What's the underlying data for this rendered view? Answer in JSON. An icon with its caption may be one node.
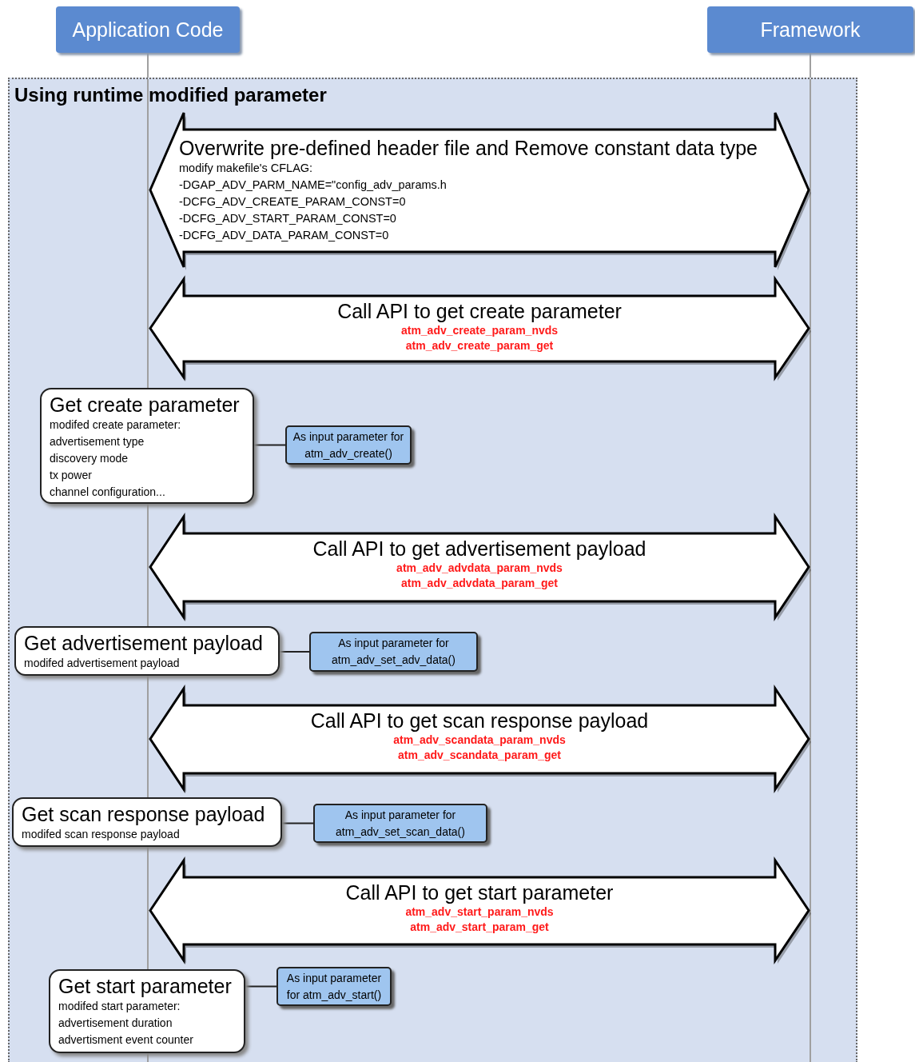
{
  "diagram": {
    "nodes": [
      {
        "text": [
          "Application Code"
        ]
      },
      {
        "text": [
          "Framework"
        ]
      },
      {
        "text": [
          "Using runtime modified parameter"
        ]
      },
      {
        "text": [
          "Overwrite pre-defined header file and Remove constant data type",
          "modify makefile's CFLAG:",
          "-DGAP_ADV_PARM_NAME=\"config_adv_params.h",
          "-DCFG_ADV_CREATE_PARAM_CONST=0",
          "-DCFG_ADV_START_PARAM_CONST=0",
          "-DCFG_ADV_DATA_PARAM_CONST=0"
        ],
        "in": 2
      },
      {
        "text": [
          "Call API to get create parameter",
          "atm_adv_create_param_nvds",
          "atm_adv_create_param_get"
        ],
        "in": 2
      },
      {
        "text": [
          "Get create parameter",
          "modifed create parameter:",
          "advertisement type",
          "discovery mode",
          "tx power",
          "channel configuration..."
        ],
        "in": 2
      },
      {
        "text": [
          "As input parameter for atm_adv_create()"
        ],
        "in": 2
      },
      {
        "text": [
          "Call API to get advertisement payload",
          "atm_adv_advdata_param_nvds",
          "atm_adv_advdata_param_get"
        ],
        "in": 2
      },
      {
        "text": [
          "Get advertisement payload",
          "modifed advertisement payload"
        ],
        "in": 2
      },
      {
        "text": [
          "As input parameter for atm_adv_set_adv_data()"
        ],
        "in": 2
      },
      {
        "text": [
          "Call API to get scan response payload",
          "atm_adv_scandata_param_nvds",
          "atm_adv_scandata_param_get"
        ],
        "in": 2
      },
      {
        "text": [
          "Get scan response payload",
          "modifed scan response payload"
        ],
        "in": 2
      },
      {
        "text": [
          "As input parameter for atm_adv_set_scan_data()"
        ],
        "in": 2
      },
      {
        "text": [
          "Call API to get start parameter",
          "atm_adv_start_param_nvds",
          "atm_adv_start_param_get"
        ],
        "in": 2
      },
      {
        "text": [
          "Get start parameter",
          "modifed start parameter:",
          "advertisement duration",
          "advertisment event counter"
        ],
        "in": 2
      },
      {
        "text": [
          "As input parameter for atm_adv_start()"
        ],
        "in": 2
      }
    ],
    "edges": [
      {
        "from": 0,
        "to": 2,
        "arrow": "none",
        "color": "#a0a0a0"
      },
      {
        "from": 1,
        "to": 2,
        "arrow": "none",
        "color": "#a0a0a0"
      },
      {
        "from": 5,
        "to": 6,
        "arrow": "none"
      },
      {
        "from": 8,
        "to": 9,
        "arrow": "none"
      },
      {
        "from": 11,
        "to": 12,
        "arrow": "none"
      },
      {
        "from": 14,
        "to": 15,
        "arrow": "none"
      }
    ]
  }
}
